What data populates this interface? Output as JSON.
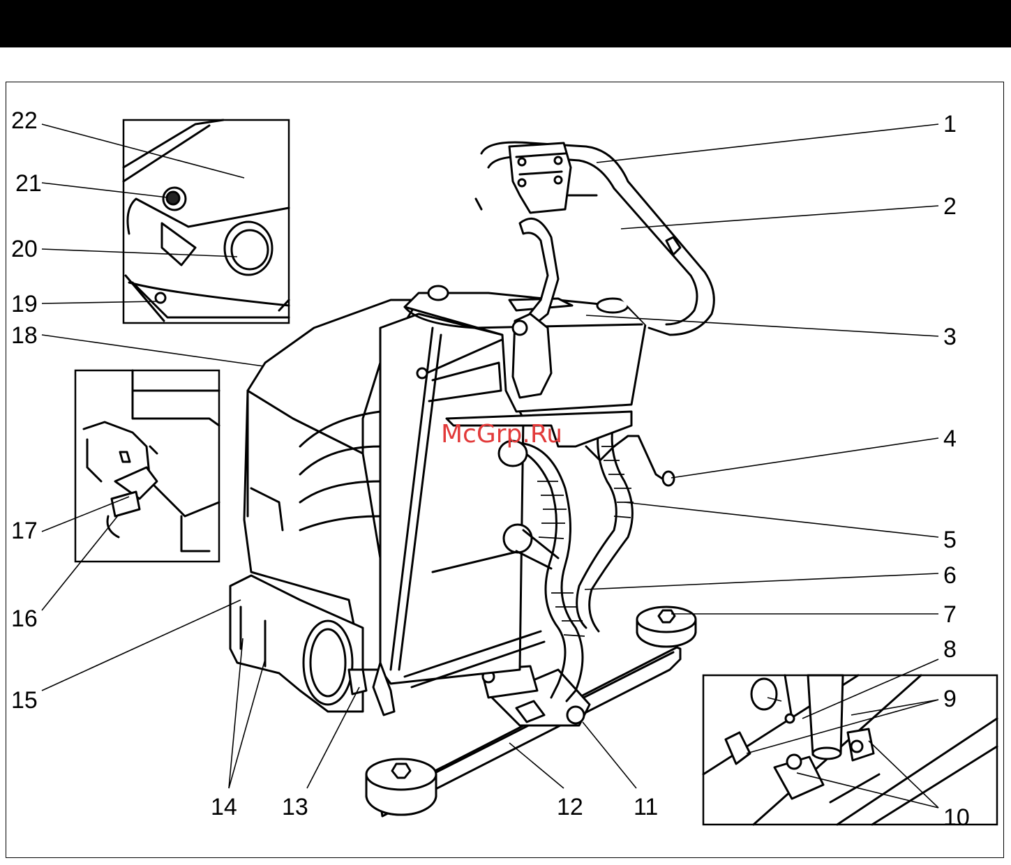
{
  "watermark": "McGrp.Ru",
  "callouts": [
    "1",
    "2",
    "3",
    "4",
    "5",
    "6",
    "7",
    "8",
    "9",
    "10",
    "11",
    "12",
    "13",
    "14",
    "15",
    "16",
    "17",
    "18",
    "19",
    "20",
    "21",
    "22"
  ]
}
